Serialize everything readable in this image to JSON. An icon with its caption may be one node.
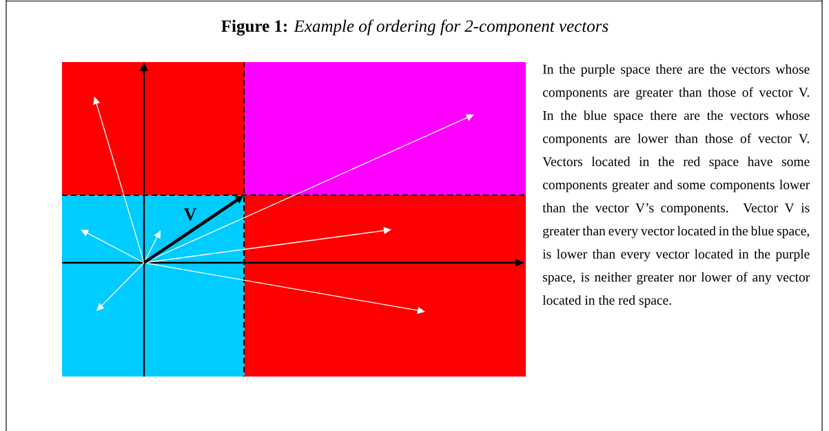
{
  "diagram": {
    "title": "**Figure 1:** *Example of ordering for 2-component vectors*",
    "labels": [
      "V",
      "In the purple space there are the vectors whose components are greater than those of vector V. In the blue space there are the vectors whose components are lower than those of vector V. Vectors located in the red space have some components greater and some components lower than the vector V’s components. Vector V is greater than every vector located in the blue space, is lower than every vector located in the purple space, is neither greater nor lower of any vector located in the red space."
    ]
  }
}
